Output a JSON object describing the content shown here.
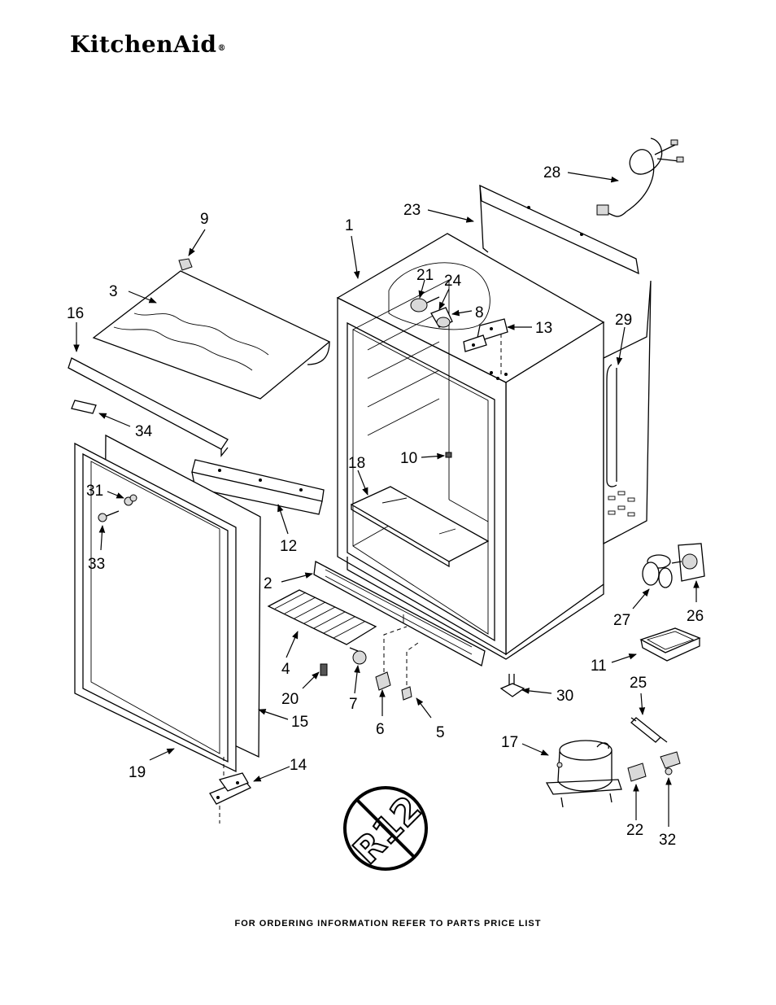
{
  "brand": {
    "name": "KitchenAid",
    "mark": "®"
  },
  "footer": {
    "text": "FOR ORDERING INFORMATION REFER TO PARTS PRICE LIST"
  },
  "badge": {
    "text": "R12"
  },
  "callouts": {
    "c1": "1",
    "c2": "2",
    "c3": "3",
    "c4": "4",
    "c5": "5",
    "c6": "6",
    "c7": "7",
    "c8": "8",
    "c9": "9",
    "c10": "10",
    "c11": "11",
    "c12": "12",
    "c13": "13",
    "c14": "14",
    "c15": "15",
    "c16": "16",
    "c17": "17",
    "c18": "18",
    "c19": "19",
    "c20": "20",
    "c21": "21",
    "c22": "22",
    "c23": "23",
    "c24": "24",
    "c25": "25",
    "c26": "26",
    "c27": "27",
    "c28": "28",
    "c29": "29",
    "c30": "30",
    "c31": "31",
    "c32": "32",
    "c33": "33",
    "c34": "34"
  }
}
